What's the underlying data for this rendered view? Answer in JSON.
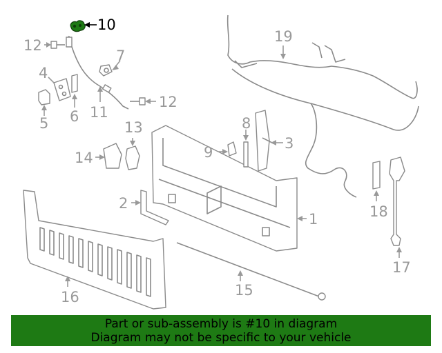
{
  "diagram": {
    "highlighted_part": "10",
    "highlight_color": "#1e7a14",
    "callouts": [
      {
        "id": "c1",
        "label": "1"
      },
      {
        "id": "c2",
        "label": "2"
      },
      {
        "id": "c3",
        "label": "3"
      },
      {
        "id": "c4",
        "label": "4"
      },
      {
        "id": "c5",
        "label": "5"
      },
      {
        "id": "c6",
        "label": "6"
      },
      {
        "id": "c7",
        "label": "7"
      },
      {
        "id": "c8",
        "label": "8"
      },
      {
        "id": "c9",
        "label": "9"
      },
      {
        "id": "c10",
        "label": "10"
      },
      {
        "id": "c11",
        "label": "11"
      },
      {
        "id": "c12a",
        "label": "12"
      },
      {
        "id": "c12b",
        "label": "12"
      },
      {
        "id": "c13",
        "label": "13"
      },
      {
        "id": "c14",
        "label": "14"
      },
      {
        "id": "c15",
        "label": "15"
      },
      {
        "id": "c16",
        "label": "16"
      },
      {
        "id": "c17",
        "label": "17"
      },
      {
        "id": "c18",
        "label": "18"
      },
      {
        "id": "c19",
        "label": "19"
      }
    ]
  },
  "banner": {
    "line1": "Part or sub-assembly is #10 in diagram",
    "line2": "Diagram may not be specific to your vehicle",
    "background": "#1e7a14"
  }
}
